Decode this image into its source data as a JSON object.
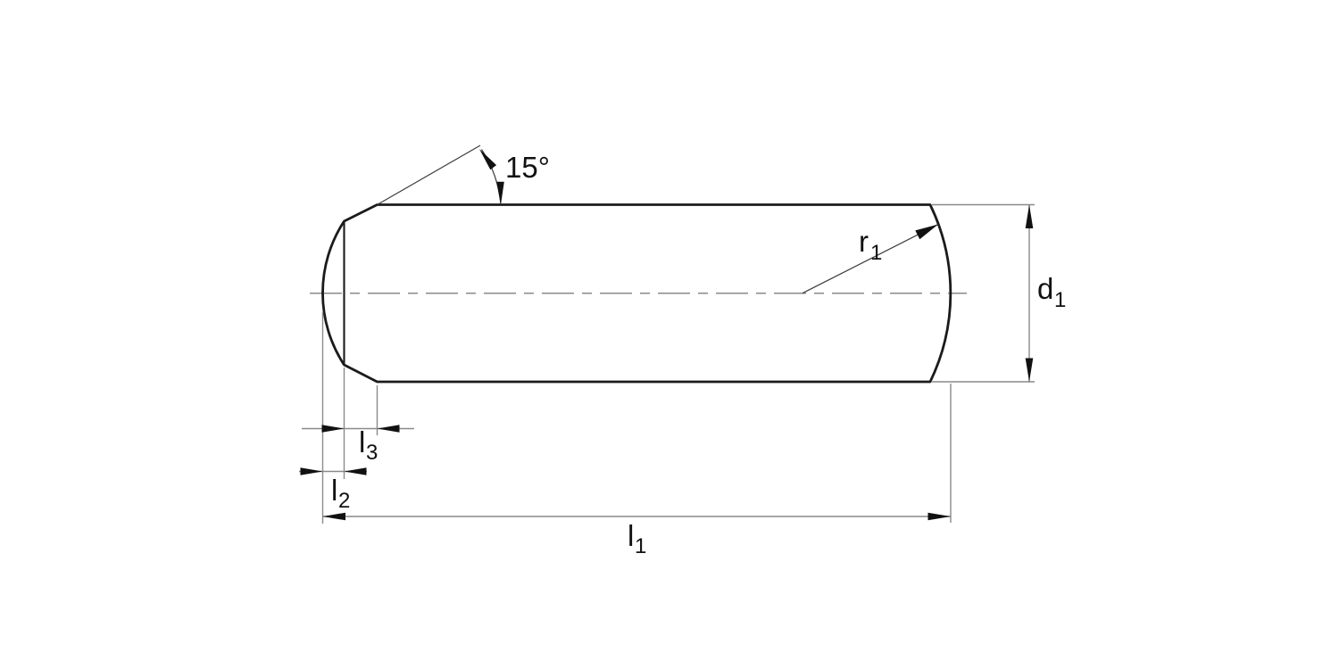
{
  "drawing": {
    "kind": "technical-dimension-drawing",
    "labels": {
      "angle": "15°",
      "r": {
        "base": "r",
        "sub": "1"
      },
      "d": {
        "base": "d",
        "sub": "1"
      },
      "l1": {
        "base": "l",
        "sub": "1"
      },
      "l2": {
        "base": "l",
        "sub": "2"
      },
      "l3": {
        "base": "l",
        "sub": "3"
      }
    },
    "colors": {
      "background": "#ffffff",
      "outline": "#1b1b1b",
      "dimension_lines": "#8a8a8a",
      "leader_lines": "#3c3c3c",
      "arrows_and_text": "#111111"
    }
  }
}
